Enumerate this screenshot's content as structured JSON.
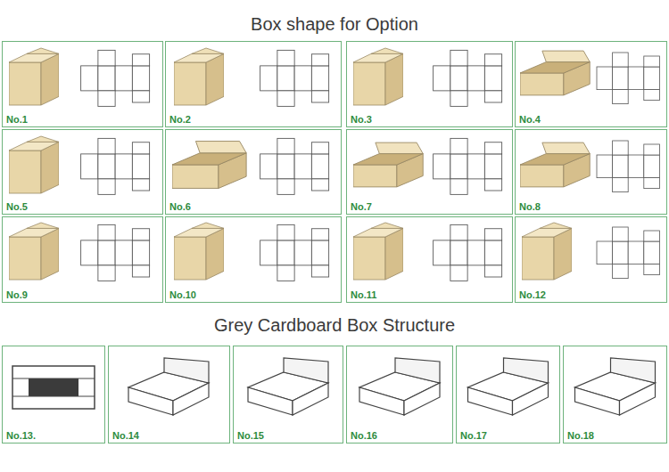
{
  "diagram": {
    "title": "Box shape for Option",
    "nodes": [
      {
        "text": [
          "No.1"
        ]
      },
      {
        "text": [
          "No.2"
        ]
      },
      {
        "text": [
          "No.3"
        ]
      },
      {
        "text": [
          "No.4"
        ]
      },
      {
        "text": [
          "No.5"
        ]
      },
      {
        "text": [
          "No.6"
        ]
      },
      {
        "text": [
          "No.7"
        ]
      },
      {
        "text": [
          "No.8"
        ]
      },
      {
        "text": [
          "No.9"
        ]
      },
      {
        "text": [
          "No.10"
        ]
      },
      {
        "text": [
          "No.11"
        ]
      },
      {
        "text": [
          "No.12"
        ]
      },
      {
        "text": [
          "No.13."
        ]
      },
      {
        "text": [
          "No.14"
        ]
      },
      {
        "text": [
          "No.15"
        ]
      },
      {
        "text": [
          "No.16"
        ]
      },
      {
        "text": [
          "No.17"
        ]
      },
      {
        "text": [
          "No.18"
        ]
      }
    ],
    "labels": [
      "Grey Cardboard Box Structure"
    ]
  }
}
